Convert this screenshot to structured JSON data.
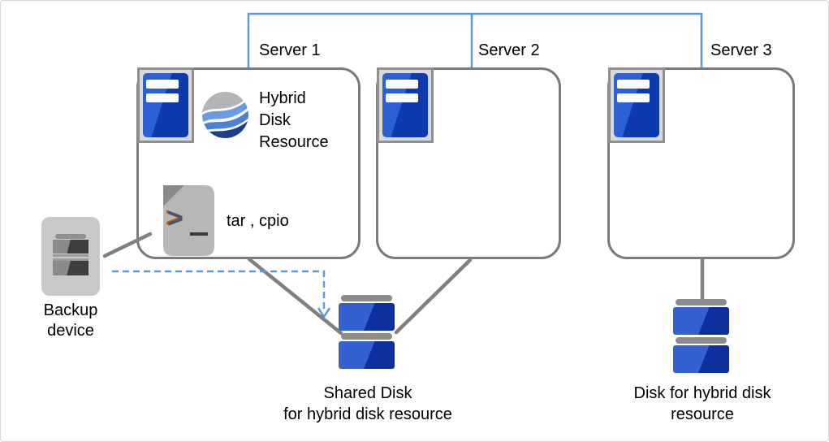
{
  "diagram": {
    "title_context": "Cluster backup diagram",
    "servers": [
      {
        "label": "Server 1"
      },
      {
        "label": "Server 2"
      },
      {
        "label": "Server 3"
      }
    ],
    "hybrid_resource": {
      "line1": "Hybrid",
      "line2": "Disk",
      "line3": "Resource"
    },
    "backup_tools": {
      "label": "tar , cpio"
    },
    "backup_device": {
      "line1": "Backup",
      "line2": "device"
    },
    "shared_disk": {
      "line1": "Shared Disk",
      "line2": "for hybrid disk resource"
    },
    "hybrid_disk": {
      "line1": "Disk for hybrid disk",
      "line2": "resource"
    }
  },
  "icons": {
    "server": "server-icon",
    "hybrid_disk_resource_logo": "hybrid-disk-resource-icon",
    "script_file": "terminal-script-file-icon",
    "backup_device": "backup-device-icon",
    "shared_disk": "shared-disk-icon",
    "hybrid_disk": "hybrid-disk-icon",
    "backup_flow": "dashed-arrow-icon"
  },
  "colors": {
    "interconnect_blue": "#5b9bd5",
    "connector_gray": "#808080",
    "box_border_gray": "#7a7a7a",
    "server_blue_light": "#2b61d4",
    "server_blue_dark": "#0d3aad",
    "disk_blue_light": "#3461d2",
    "disk_blue_dark": "#0e2f9e",
    "disk_cap_gray": "#8c8c8c",
    "icon_frame_gray": "#d9d9d9",
    "file_gray": "#b7b7b7",
    "fold_gray": "#8a8a8a",
    "prompt_dark": "#44546a",
    "prompt_orange": "#c55a11",
    "logo_gray": "#b5b5b5",
    "logo_blue_light": "#6b9be1",
    "logo_blue_mid": "#4b80d2",
    "logo_blue_dark": "#1e3e8c",
    "backup_body_gray": "#c9c9c9"
  }
}
